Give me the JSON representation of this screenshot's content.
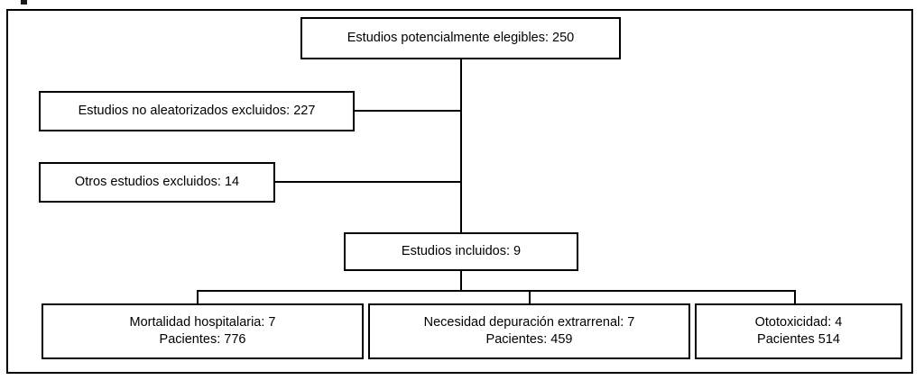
{
  "figure": {
    "type": "flowchart",
    "language": "es",
    "background_color": "#ffffff",
    "stroke_color": "#000000",
    "nodes": {
      "eligible": {
        "label": "Estudios potencialmente elegibles: 250",
        "count": 250
      },
      "excluded_nonrandomized": {
        "label": "Estudios no aleatorizados excluidos: 227",
        "count": 227
      },
      "excluded_other": {
        "label": "Otros estudios excluidos: 14",
        "count": 14
      },
      "included": {
        "label": "Estudios incluidos: 9",
        "count": 9
      },
      "outcome_mortality": {
        "line1": "Mortalidad hospitalaria: 7",
        "line2": "Pacientes: 776",
        "studies": 7,
        "patients": 776
      },
      "outcome_rrt": {
        "line1": "Necesidad depuración extrarrenal: 7",
        "line2": "Pacientes: 459",
        "studies": 7,
        "patients": 459
      },
      "outcome_ototoxicity": {
        "line1": "Ototoxicidad: 4",
        "line2": "Pacientes 514",
        "studies": 4,
        "patients": 514
      }
    }
  }
}
